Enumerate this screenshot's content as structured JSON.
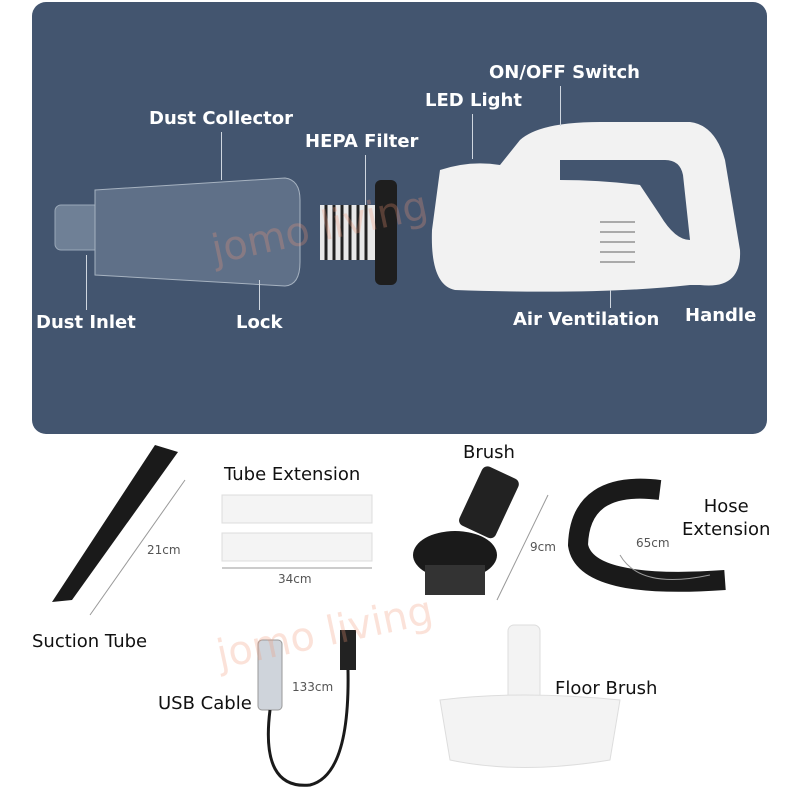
{
  "main_parts": {
    "on_off_switch": "ON/OFF Switch",
    "led_light": "LED Light",
    "dust_collector": "Dust Collector",
    "hepa_filter": "HEPA Filter",
    "dust_inlet": "Dust Inlet",
    "lock": "Lock",
    "air_ventilation": "Air Ventilation",
    "handle": "Handle"
  },
  "accessories": {
    "suction_tube": "Suction Tube",
    "suction_tube_len": "21cm",
    "tube_extension": "Tube Extension",
    "tube_extension_len": "34cm",
    "brush": "Brush",
    "brush_len": "9cm",
    "hose_extension": "Hose\nExtension",
    "hose_len": "65cm",
    "usb_cable": "USB Cable",
    "usb_len": "133cm",
    "floor_brush": "Floor Brush"
  },
  "watermark": "jomo living",
  "colors": {
    "panel": "#43556f"
  }
}
